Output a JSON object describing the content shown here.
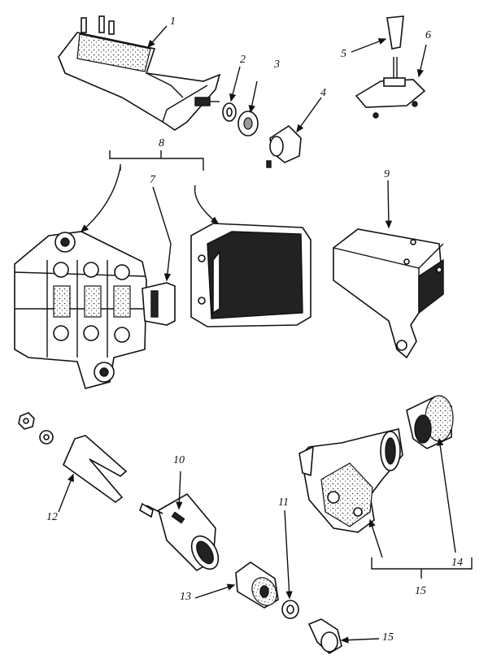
{
  "labels": {
    "l1": "1",
    "l2": "2",
    "l3": "3",
    "l4": "4",
    "l5": "5",
    "l6": "6",
    "l7": "7",
    "l8": "8",
    "l9": "9",
    "l10": "10",
    "l11": "11",
    "l12": "12",
    "l13": "13",
    "l14": "14",
    "l15": "15",
    "l16": "15"
  },
  "colors": {
    "ink": "#111111",
    "paper": "#ffffff",
    "fill": "#222222"
  }
}
